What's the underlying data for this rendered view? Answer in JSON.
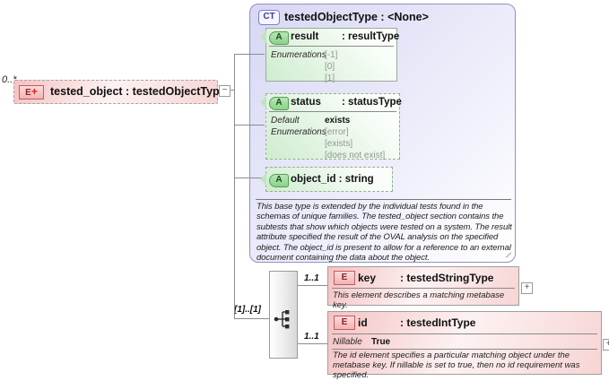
{
  "root": {
    "cardinality": "0..*",
    "icon_e": "E",
    "icon_plus": "+",
    "label": "tested_object : testedObjectType",
    "collapse_glyph": "−"
  },
  "ct": {
    "icon": "CT",
    "title": "testedObjectType : <None>",
    "attr_result": {
      "icon": "A",
      "name": "result",
      "type": ": resultType",
      "enum_label": "Enumerations",
      "enums": [
        "[-1]",
        "[0]",
        "[1]"
      ]
    },
    "attr_status": {
      "icon": "A",
      "name": "status",
      "type": ": statusType",
      "default_label": "Default",
      "default_value": "exists",
      "enum_label": "Enumerations",
      "enums": [
        "[error]",
        "[exists]",
        "[does not exist]"
      ]
    },
    "attr_object_id": {
      "icon": "A",
      "label": "object_id : string"
    },
    "doc": "This base type is extended by the individual tests found in the schemas of unique families.  The tested_object section contains the subtests that show which objects were tested on a system. The result attribute specified the result of the OVAL analysis on the specified object. The object_id is present to allow for a reference to an external document containing the data about the object."
  },
  "sequence": {
    "cardinality": "[1]..[1]"
  },
  "key_element": {
    "cardinality": "1..1",
    "icon": "E",
    "name": "key",
    "type": ": testedStringType",
    "doc": "This element describes a matching metabase key.",
    "expand_glyph": "+"
  },
  "id_element": {
    "cardinality": "1..1",
    "icon": "E",
    "name": "id",
    "type": ": testedIntType",
    "nillable_label": "Nillable",
    "nillable_value": "True",
    "doc": "The id element specifies a particular matching object under the metabase key.  If nillable is set to true, then no id requirement was specified.",
    "expand_glyph": "+"
  },
  "colors": {
    "element_pink": "#f5c2c2",
    "attribute_green": "#cfeccf",
    "complextype_lavender": "#d7d7f4",
    "connector_gray": "#8c8c8c"
  }
}
